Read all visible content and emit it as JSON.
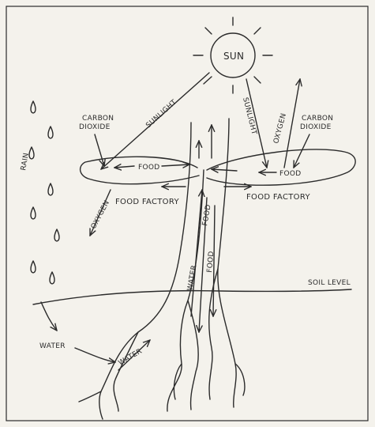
{
  "labels": {
    "sun": "SUN",
    "sunlight_left": "SUNLIGHT",
    "sunlight_right": "SUNLIGHT",
    "oxygen_left": "OXYGEN",
    "oxygen_right": "OXYGEN",
    "carbon_left_1": "CARBON",
    "carbon_left_2": "DIOXIDE",
    "carbon_right_1": "CARBON",
    "carbon_right_2": "DIOXIDE",
    "rain": "RAIN",
    "food_left": "FOOD",
    "food_right": "FOOD",
    "factory_left": "FOOD FACTORY",
    "factory_right": "FOOD FACTORY",
    "food_stem_1": "FOOD",
    "food_stem_2": "FOOD",
    "water_stem": "WATER",
    "soil_level": "SOIL LEVEL",
    "water_ground": "WATER",
    "water_root": "WATER"
  },
  "colors": {
    "ink": "#2b2b2b",
    "paper": "#f4f2ec"
  }
}
